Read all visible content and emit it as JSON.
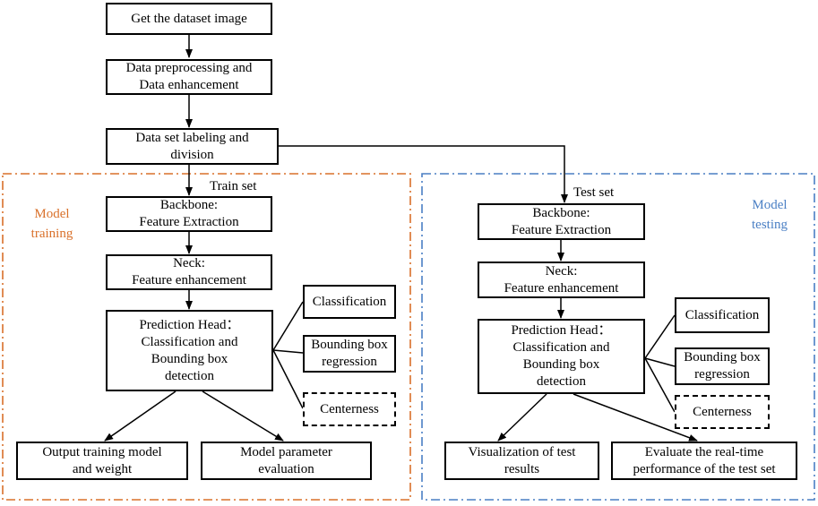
{
  "colors": {
    "train_border": "#d9702a",
    "test_border": "#4a7fc4",
    "line": "#000000"
  },
  "top": {
    "dataset": "Get the dataset image",
    "preprocess": "Data preprocessing and\nData enhancement",
    "labeling": "Data set labeling and\ndivision"
  },
  "train": {
    "region_title": "Model\ntraining",
    "set_label": "Train set",
    "backbone": "Backbone:\nFeature Extraction",
    "neck": "Neck:\nFeature enhancement",
    "head": "Prediction Head：\nClassification and\nBounding box\ndetection",
    "classification": "Classification",
    "bbox_regression": "Bounding box\nregression",
    "centerness": "Centerness",
    "output": "Output training model\nand weight",
    "evaluation": "Model parameter\nevaluation"
  },
  "test": {
    "region_title": "Model\ntesting",
    "set_label": "Test set",
    "backbone": "Backbone:\nFeature Extraction",
    "neck": "Neck:\nFeature enhancement",
    "head": "Prediction Head：\nClassification and\nBounding box\ndetection",
    "classification": "Classification",
    "bbox_regression": "Bounding box\nregression",
    "centerness": "Centerness",
    "visualization": "Visualization of test\nresults",
    "realtime": "Evaluate the real-time\nperformance of the test set"
  }
}
